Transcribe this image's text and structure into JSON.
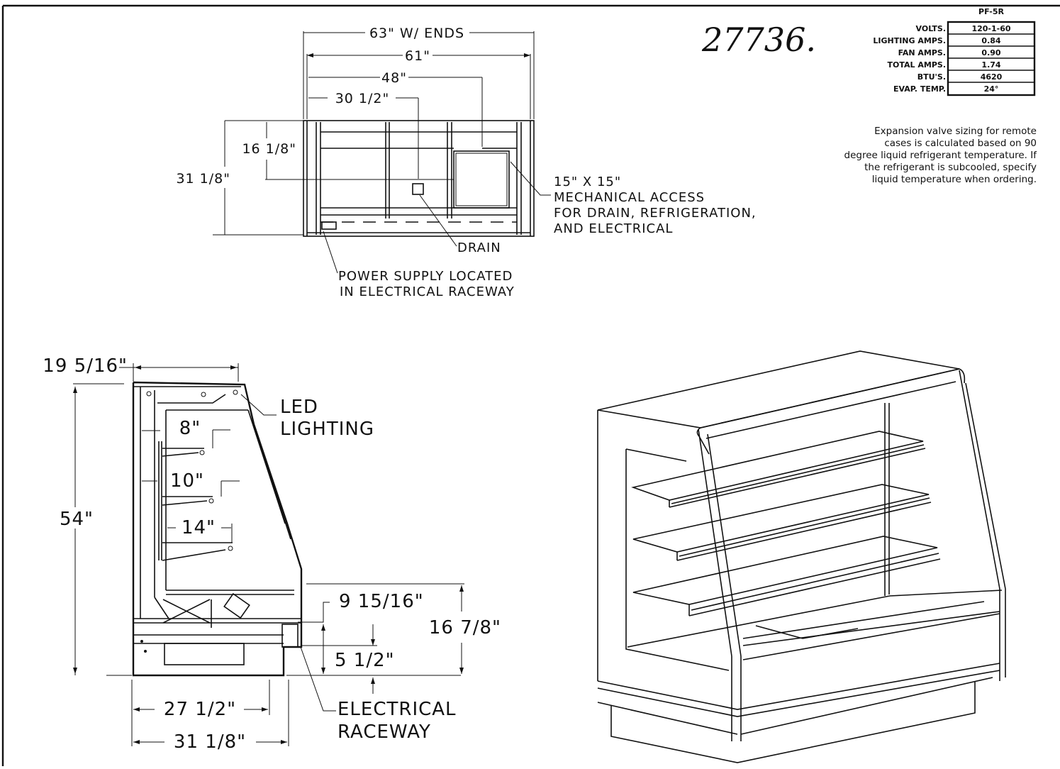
{
  "handwritten_note": "27736.",
  "spec_table": {
    "model": "PF-5R",
    "rows": [
      {
        "label": "VOLTS.",
        "value": "120-1-60"
      },
      {
        "label": "LIGHTING AMPS.",
        "value": "0.84"
      },
      {
        "label": "FAN AMPS.",
        "value": "0.90"
      },
      {
        "label": "TOTAL AMPS.",
        "value": "1.74"
      },
      {
        "label": "BTU'S.",
        "value": "4620"
      },
      {
        "label": "EVAP. TEMP.",
        "value": "24°"
      }
    ]
  },
  "expansion_note": {
    "lines": [
      "Expansion valve sizing for remote",
      "cases is calculated based on 90",
      "degree liquid refrigerant temperature. If",
      "the refrigerant is subcooled, specify",
      "liquid temperature when ordering."
    ]
  },
  "plan_view": {
    "dims": {
      "width_with_ends": "63\" W/ ENDS",
      "width": "61\"",
      "access_offset": "48\"",
      "drain_offset": "30 1/2\"",
      "drain_depth": "16 1/8\"",
      "depth": "31 1/8\""
    },
    "callouts": {
      "access": [
        "15\" X 15\"",
        "MECHANICAL ACCESS",
        "FOR DRAIN, REFRIGERATION,",
        "AND ELECTRICAL"
      ],
      "drain": "DRAIN",
      "power": [
        "POWER SUPPLY LOCATED",
        "IN ELECTRICAL RACEWAY"
      ]
    }
  },
  "section_view": {
    "dims": {
      "top_depth": "19 5/16\"",
      "height": "54\"",
      "shelf_1": "8\"",
      "shelf_2": "10\"",
      "shelf_3": "14\"",
      "front_height_upper": "9 15/16\"",
      "front_height_total": "16 7/8\"",
      "raceway_height": "5 1/2\"",
      "base_depth": "27 1/2\"",
      "overall_depth": "31 1/8\""
    },
    "callouts": {
      "led": [
        "LED",
        "LIGHTING"
      ],
      "raceway": [
        "ELECTRICAL",
        "RACEWAY"
      ]
    }
  },
  "isometric_view": {
    "shelf_count": 3
  }
}
